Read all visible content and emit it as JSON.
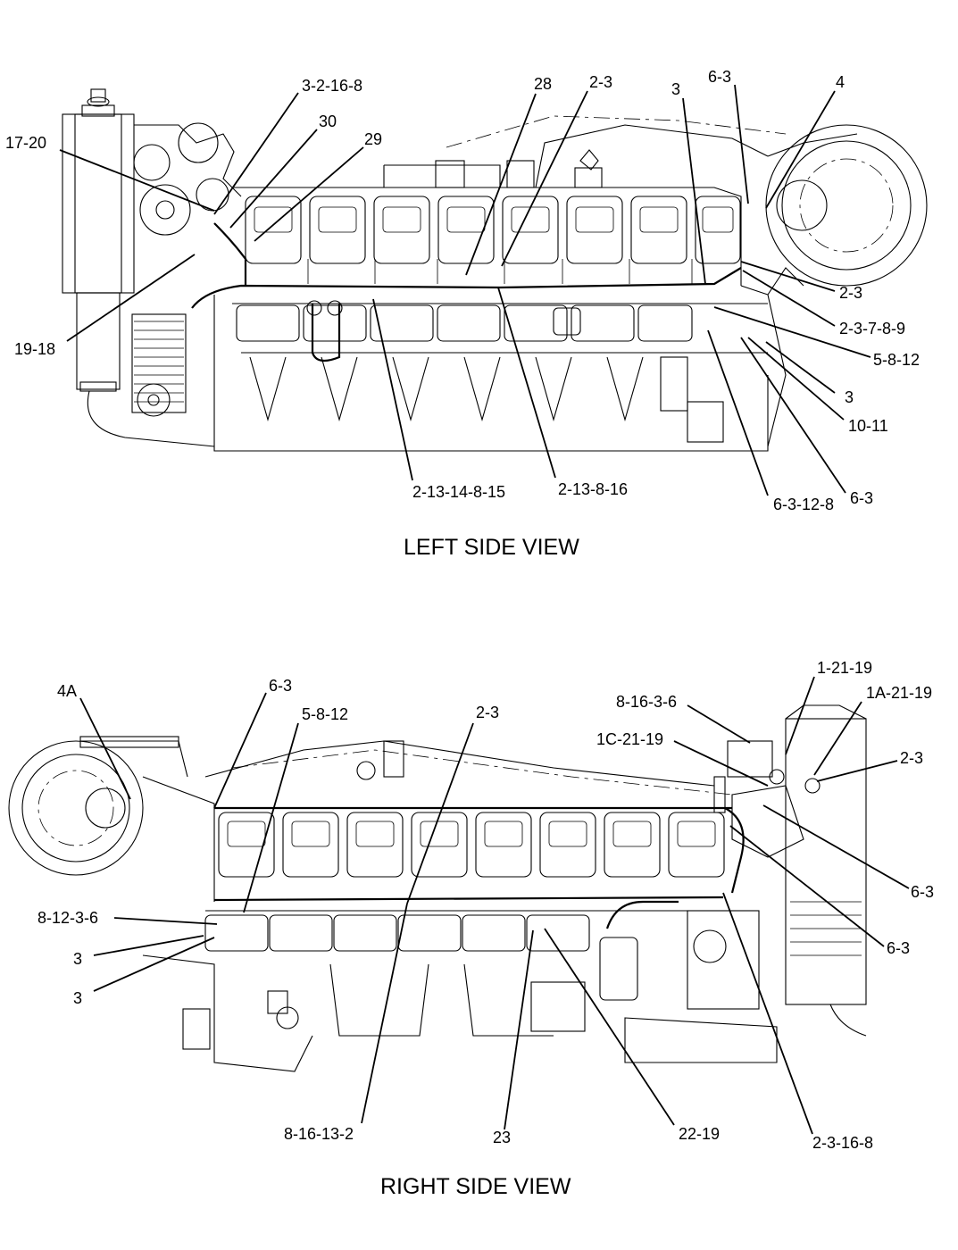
{
  "views": {
    "left": {
      "title": "LEFT SIDE VIEW"
    },
    "right": {
      "title": "RIGHT SIDE VIEW"
    }
  },
  "left_callouts": [
    "3-2-16-8",
    "30",
    "29",
    "17-20",
    "28",
    "2-3",
    "3",
    "6-3",
    "4",
    "2-3",
    "2-3-7-8-9",
    "5-8-12",
    "3",
    "10-11",
    "19-18",
    "2-13-14-8-15",
    "2-13-8-16",
    "6-3-12-8",
    "6-3"
  ],
  "right_callouts": [
    "4A",
    "6-3",
    "5-8-12",
    "2-3",
    "1-21-19",
    "1A-21-19",
    "8-16-3-6",
    "1C-21-19",
    "2-3",
    "6-3",
    "6-3",
    "8-12-3-6",
    "3",
    "3",
    "8-16-13-2",
    "23",
    "22-19",
    "2-3-16-8"
  ]
}
